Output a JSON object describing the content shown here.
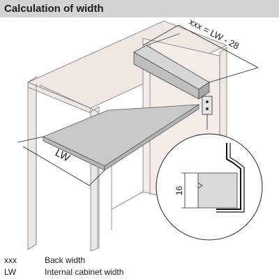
{
  "header": {
    "title": "Calculation of width"
  },
  "diagram": {
    "top_dimension": "xxx = LW - 28",
    "width_dimension": "LW",
    "detail_dimension": "16"
  },
  "legend": [
    {
      "abbr": "xxx",
      "description": "Back width"
    },
    {
      "abbr": "LW",
      "description": "Internal cabinet width"
    }
  ],
  "colors": {
    "header_bg": "#d4d4d4",
    "cabinet_fill": "#efe7e1",
    "shelf_fill": "#c9c9c9",
    "line": "#222222"
  }
}
